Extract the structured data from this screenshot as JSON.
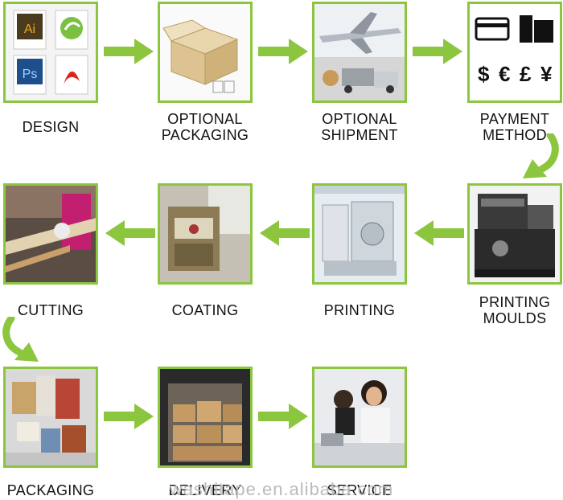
{
  "accent_color": "#8cc63f",
  "steps": [
    {
      "id": "design",
      "lines": [
        "DESIGN",
        ""
      ]
    },
    {
      "id": "optional-packaging",
      "lines": [
        "OPTIONAL",
        "PACKAGING"
      ]
    },
    {
      "id": "optional-shipment",
      "lines": [
        "OPTIONAL",
        "SHIPMENT"
      ]
    },
    {
      "id": "payment-method",
      "lines": [
        "PAYMENT",
        "METHOD"
      ]
    },
    {
      "id": "printing-moulds",
      "lines": [
        "PRINTING",
        "MOULDS"
      ]
    },
    {
      "id": "printing",
      "lines": [
        "PRINTING",
        ""
      ]
    },
    {
      "id": "coating",
      "lines": [
        "COATING",
        ""
      ]
    },
    {
      "id": "cutting",
      "lines": [
        "CUTTING",
        ""
      ]
    },
    {
      "id": "packaging",
      "lines": [
        "PACKAGING",
        ""
      ]
    },
    {
      "id": "delivery",
      "lines": [
        "DELIVERY",
        ""
      ]
    },
    {
      "id": "service",
      "lines": [
        "SERVICE",
        ""
      ]
    }
  ],
  "icons": {
    "ai": "Ai",
    "ps": "Ps",
    "currency": [
      "$",
      "€",
      "£",
      "¥"
    ]
  },
  "watermark": "washitape.en.alibaba.com"
}
